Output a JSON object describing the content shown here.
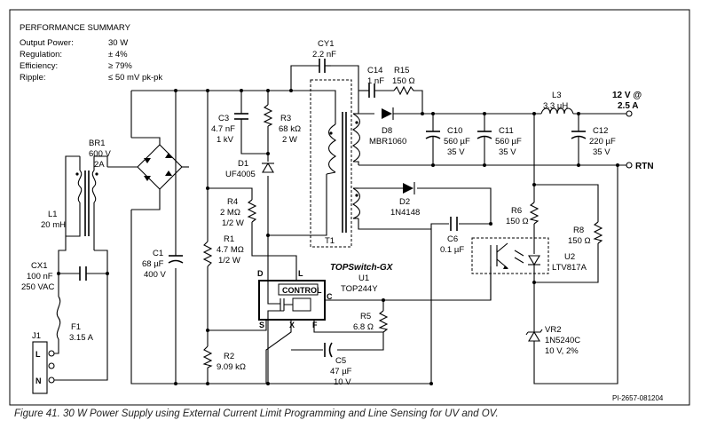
{
  "summary": {
    "title": "PERFORMANCE SUMMARY",
    "rows": [
      {
        "label": "Output Power:",
        "value": "30 W"
      },
      {
        "label": "Regulation:",
        "value": "± 4%"
      },
      {
        "label": "Efficiency:",
        "value": "≥ 79%"
      },
      {
        "label": "Ripple:",
        "value": "≤ 50 mV pk-pk"
      }
    ]
  },
  "components": {
    "cy1": [
      "CY1",
      "2.2 nF"
    ],
    "c14": [
      "C14",
      "1 nF"
    ],
    "r15": [
      "R15",
      "150 Ω"
    ],
    "l3": [
      "L3",
      "3.3 µH"
    ],
    "c3": [
      "C3",
      "4.7 nF",
      "1 kV"
    ],
    "r3": [
      "R3",
      "68 kΩ",
      "2 W"
    ],
    "d8": [
      "D8",
      "MBR1060"
    ],
    "c10": [
      "C10",
      "560 µF",
      "35 V"
    ],
    "c11": [
      "C11",
      "560 µF",
      "35 V"
    ],
    "c12": [
      "C12",
      "220 µF",
      "35 V"
    ],
    "br1": [
      "BR1",
      "600 V",
      "2A"
    ],
    "d1": [
      "D1",
      "UF4005"
    ],
    "l1": [
      "L1",
      "20 mH"
    ],
    "r4": [
      "R4",
      "2 MΩ",
      "1/2 W"
    ],
    "d2": [
      "D2",
      "1N4148"
    ],
    "r6": [
      "R6",
      "150 Ω"
    ],
    "r1": [
      "R1",
      "4.7 MΩ",
      "1/2 W"
    ],
    "c6": [
      "C6",
      "0.1 µF"
    ],
    "r8": [
      "R8",
      "150 Ω"
    ],
    "c1": [
      "C1",
      "68 µF",
      "400 V"
    ],
    "cx1": [
      "CX1",
      "100 nF",
      "250 VAC"
    ],
    "t1": "T1",
    "u2": [
      "U2",
      "LTV817A"
    ],
    "u1": [
      "U1",
      "TOP244Y"
    ],
    "f1": [
      "F1",
      "3.15 A"
    ],
    "r5": [
      "R5",
      "6.8 Ω"
    ],
    "vr2": [
      "VR2",
      "1N5240C",
      "10 V, 2%"
    ],
    "j1": "J1",
    "r2": [
      "R2",
      "9.09 kΩ"
    ],
    "c5": [
      "C5",
      "47 µF",
      "10 V"
    ]
  },
  "chip": {
    "family": "TOPSwitch-GX",
    "control_label": "CONTROL",
    "pins": {
      "d": "D",
      "l": "L",
      "c": "C",
      "s": "S",
      "x": "X",
      "f": "F"
    }
  },
  "connector_pins": {
    "l": "L",
    "n": "N"
  },
  "outputs": {
    "vout_line1": "12 V @",
    "vout_line2": "2.5 A",
    "rtn": "RTN"
  },
  "drawing_id": "PI-2657-081204",
  "caption": "Figure 41. 30 W Power Supply using External Current Limit Programming and Line Sensing for UV and OV."
}
